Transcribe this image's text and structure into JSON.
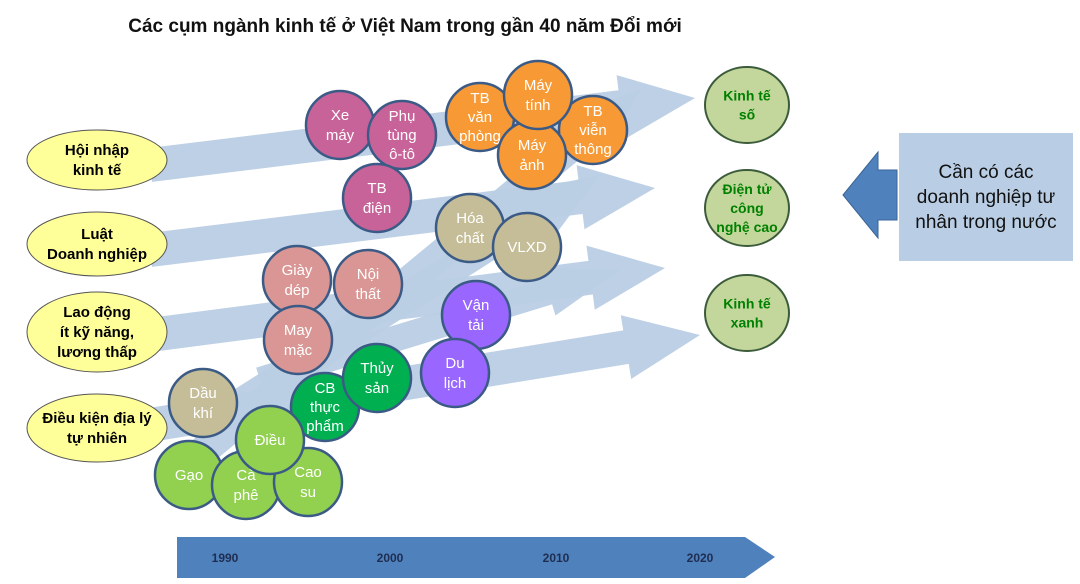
{
  "title": "Các cụm ngành kinh tế ở Việt Nam trong gần 40 năm Đổi mới",
  "factors": [
    {
      "lines": [
        "Hội nhập",
        "kinh tế"
      ]
    },
    {
      "lines": [
        "Luật",
        "Doanh nghiệp"
      ]
    },
    {
      "lines": [
        "Lao động",
        "ít kỹ năng,",
        "lương thấp"
      ]
    },
    {
      "lines": [
        "Điều kiện địa lý",
        "tự nhiên"
      ]
    }
  ],
  "clusters": [
    {
      "lines": [
        "Xe",
        "máy"
      ],
      "color": "#c8639a"
    },
    {
      "lines": [
        "Phụ",
        "tùng",
        "ô-tô"
      ],
      "color": "#c8639a"
    },
    {
      "lines": [
        "TB",
        "điện"
      ],
      "color": "#c8639a"
    },
    {
      "lines": [
        "TB",
        "văn",
        "phòng"
      ],
      "color": "#f79a36"
    },
    {
      "lines": [
        "TB",
        "viễn",
        "thông"
      ],
      "color": "#f79a36"
    },
    {
      "lines": [
        "Máy",
        "ảnh"
      ],
      "color": "#f79a36"
    },
    {
      "lines": [
        "Máy",
        "tính"
      ],
      "color": "#f79a36"
    },
    {
      "lines": [
        "Hóa",
        "chất"
      ],
      "color": "#c4bd97"
    },
    {
      "lines": [
        "VLXD"
      ],
      "color": "#c4bd97"
    },
    {
      "lines": [
        "Giày",
        "dép"
      ],
      "color": "#d99694"
    },
    {
      "lines": [
        "Nội",
        "thất"
      ],
      "color": "#d99694"
    },
    {
      "lines": [
        "May",
        "mặc"
      ],
      "color": "#d99694"
    },
    {
      "lines": [
        "Vận",
        "tải"
      ],
      "color": "#9966ff"
    },
    {
      "lines": [
        "Du",
        "lịch"
      ],
      "color": "#9966ff"
    },
    {
      "lines": [
        "CB",
        "thực",
        "phẩm"
      ],
      "color": "#00b050"
    },
    {
      "lines": [
        "Thủy",
        "sản"
      ],
      "color": "#00b050"
    },
    {
      "lines": [
        "Dầu",
        "khí"
      ],
      "color": "#c4bd97"
    },
    {
      "lines": [
        "Gạo"
      ],
      "color": "#92d050"
    },
    {
      "lines": [
        "Cà",
        "phê"
      ],
      "color": "#92d050"
    },
    {
      "lines": [
        "Cao",
        "su"
      ],
      "color": "#92d050"
    },
    {
      "lines": [
        "Điều"
      ],
      "color": "#92d050"
    }
  ],
  "targets": [
    {
      "lines": [
        "Kinh tế",
        "số"
      ]
    },
    {
      "lines": [
        "Điện tử",
        "công",
        "nghệ cao"
      ]
    },
    {
      "lines": [
        "Kinh tế",
        "xanh"
      ]
    }
  ],
  "callout": "Cần có các doanh nghiệp tư nhân trong nước",
  "timeline": [
    "1990",
    "2000",
    "2010",
    "2020"
  ],
  "colors": {
    "arrow": "#b9cde4",
    "timeline": "#4f81bd",
    "factor": "#ffff99",
    "target": "#c3d69b",
    "stroke": "#3b5b86"
  }
}
